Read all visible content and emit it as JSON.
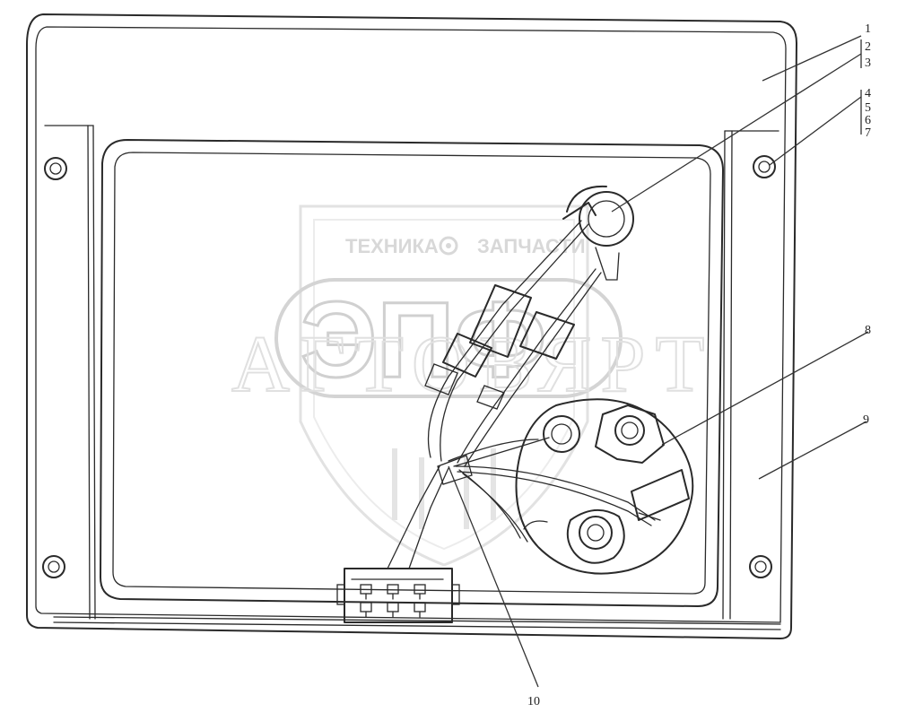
{
  "watermark": {
    "top_left": "ТЕХНИКА",
    "top_right": "ЗАПЧАСТИ",
    "main": "ЭПФ",
    "sub": "АГТОВЯРТ"
  },
  "labels": {
    "p1": "1",
    "p2": "2",
    "p3": "3",
    "p4": "4",
    "p5": "5",
    "p6": "6",
    "p7": "7",
    "p8": "8",
    "p9": "9",
    "p10": "10"
  }
}
